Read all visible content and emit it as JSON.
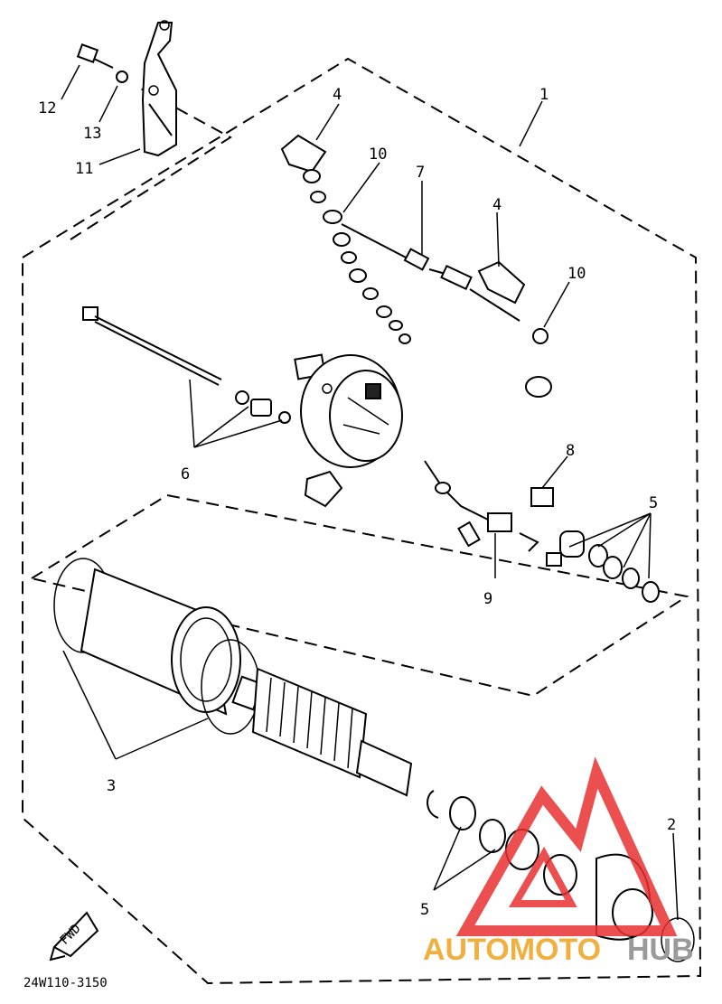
{
  "labels": {
    "l1": "1",
    "l2": "2",
    "l3": "3",
    "l4a": "4",
    "l4b": "4",
    "l5a": "5",
    "l5b": "5",
    "l6": "6",
    "l7": "7",
    "l8": "8",
    "l9": "9",
    "l10a": "10",
    "l10b": "10",
    "l11": "11",
    "l12": "12",
    "l13": "13"
  },
  "fwd_label": "FWD",
  "diagram_code": "24W110-3150",
  "watermark": {
    "part1": "AUTOMOTO",
    "part2": "HUB",
    "color_accent": "#f0b040",
    "color_gray": "#9a9a9a",
    "color_red": "#e83030"
  }
}
